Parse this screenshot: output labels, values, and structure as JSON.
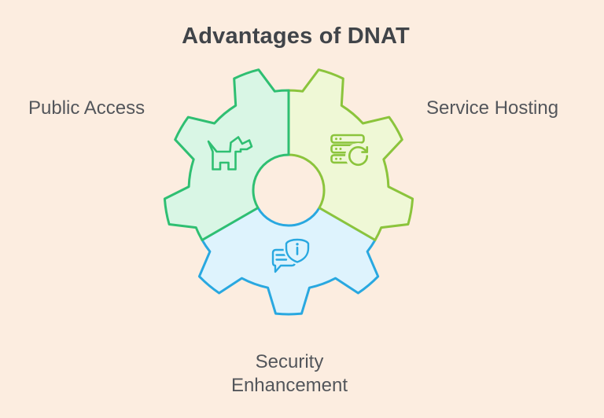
{
  "title": "Advantages of DNAT",
  "colors": {
    "background": "#fcede0",
    "title_text": "#404449",
    "label_text": "#53565b"
  },
  "segments": [
    {
      "label": "Public Access",
      "icon": "dog-icon",
      "fill": "#d9f6e5",
      "stroke": "#2fbf72"
    },
    {
      "label": "Service Hosting",
      "icon": "server-refresh-icon",
      "fill": "#eff8d6",
      "stroke": "#8bc43c"
    },
    {
      "label": "Security Enhancement",
      "icon": "chat-shield-icon",
      "fill": "#def3fd",
      "stroke": "#29a8e0"
    }
  ]
}
